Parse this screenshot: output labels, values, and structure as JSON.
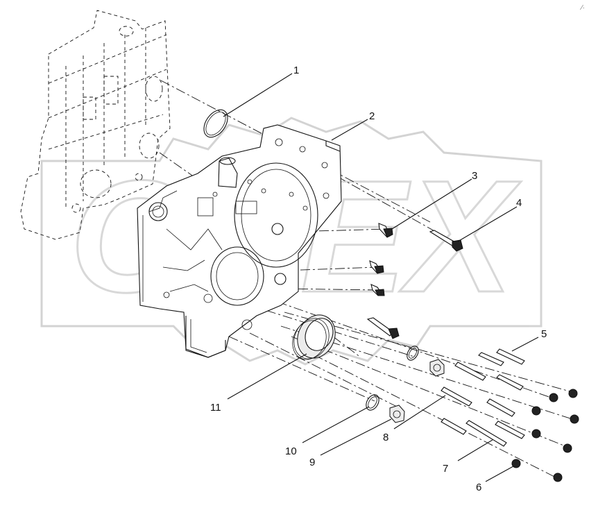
{
  "watermark": {
    "text": "OPEX",
    "color": "#d9d9d9"
  },
  "corner_mark": "∕·",
  "parts": [
    {
      "id": "part-1",
      "label": "1"
    },
    {
      "id": "part-2",
      "label": "2"
    },
    {
      "id": "part-3",
      "label": "3"
    },
    {
      "id": "part-4",
      "label": "4"
    },
    {
      "id": "part-5",
      "label": "5"
    },
    {
      "id": "part-6",
      "label": "6"
    },
    {
      "id": "part-7",
      "label": "7"
    },
    {
      "id": "part-8",
      "label": "8"
    },
    {
      "id": "part-9",
      "label": "9"
    },
    {
      "id": "part-10",
      "label": "10"
    },
    {
      "id": "part-11",
      "label": "11"
    }
  ],
  "colors": {
    "line": "#111111",
    "background": "#ffffff",
    "watermark": "#d9d9d9"
  }
}
